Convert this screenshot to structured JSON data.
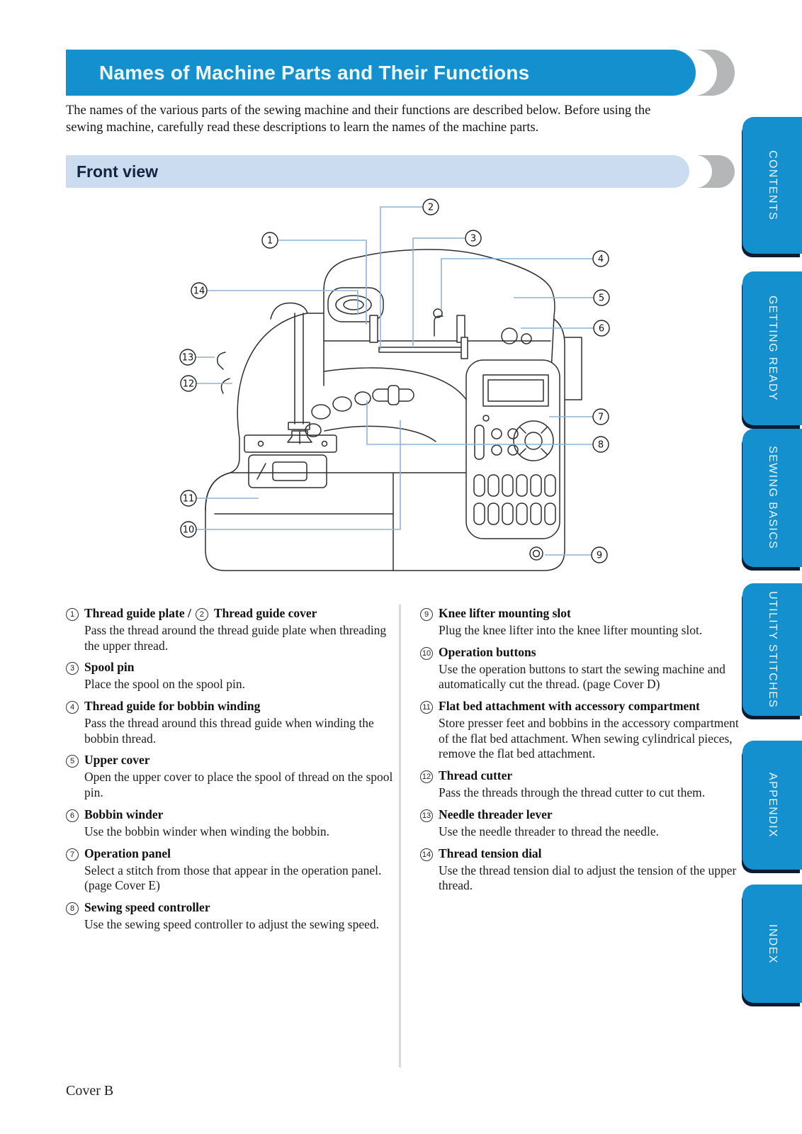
{
  "page": {
    "title_banner": "Names of Machine Parts and Their Functions",
    "intro": "The names of the various parts of the sewing machine and their functions are described below. Before using the\nsewing machine, carefully read these descriptions to learn the names of the machine parts.",
    "section_heading": "Front view",
    "footer": "Cover B"
  },
  "sidebar": {
    "tabs": [
      {
        "label": "CONTENTS"
      },
      {
        "label": "GETTING READY"
      },
      {
        "label": "SEWING BASICS"
      },
      {
        "label": "UTILITY STITCHES"
      },
      {
        "label": "APPENDIX"
      },
      {
        "label": "INDEX"
      }
    ]
  },
  "diagram": {
    "callouts": [
      "1",
      "2",
      "3",
      "4",
      "5",
      "6",
      "7",
      "8",
      "9",
      "10",
      "11",
      "12",
      "13",
      "14"
    ]
  },
  "parts": {
    "left": [
      {
        "num": "1",
        "name": "Thread guide plate /",
        "num_b": "2",
        "name_b": "Thread guide cover",
        "desc": "Pass the thread around the thread guide plate when threading the upper thread."
      },
      {
        "num": "3",
        "name": "Spool pin",
        "desc": "Place the spool on the spool pin."
      },
      {
        "num": "4",
        "name": "Thread guide for bobbin winding",
        "desc": "Pass the thread around this thread guide when winding the bobbin thread."
      },
      {
        "num": "5",
        "name": "Upper cover",
        "desc": "Open the upper cover to place the spool of thread on the spool pin."
      },
      {
        "num": "6",
        "name": "Bobbin winder",
        "desc": "Use the bobbin winder when winding the bobbin."
      },
      {
        "num": "7",
        "name": "Operation panel",
        "desc": "Select a stitch from those that appear in the operation panel. (page Cover E)"
      },
      {
        "num": "8",
        "name": "Sewing speed controller",
        "desc": "Use the sewing speed controller to adjust the sewing speed."
      }
    ],
    "right": [
      {
        "num": "9",
        "name": "Knee lifter mounting slot",
        "desc": "Plug the knee lifter into the knee lifter mounting slot."
      },
      {
        "num": "10",
        "name": "Operation buttons",
        "desc": "Use the operation buttons to start the sewing machine and automatically cut the thread. (page Cover D)"
      },
      {
        "num": "11",
        "name": "Flat bed attachment with accessory compartment",
        "desc": "Store presser feet and bobbins in the accessory compartment of the flat bed attachment. When sewing cylindrical pieces, remove the flat bed attachment."
      },
      {
        "num": "12",
        "name": "Thread cutter",
        "desc": "Pass the threads through the thread cutter to cut them."
      },
      {
        "num": "13",
        "name": "Needle threader lever",
        "desc": "Use the needle threader to thread the needle."
      },
      {
        "num": "14",
        "name": "Thread tension dial",
        "desc": "Use the thread tension dial to adjust the tension of the upper thread."
      }
    ]
  },
  "colors": {
    "banner_blue": "#1590cf",
    "band_light_blue": "#ccdcf0",
    "crescent_gray": "#b4b6b8",
    "tab_shadow_navy": "#0e1b31",
    "leader_blue": "#8fb3d3",
    "heading_navy": "#16233e"
  }
}
